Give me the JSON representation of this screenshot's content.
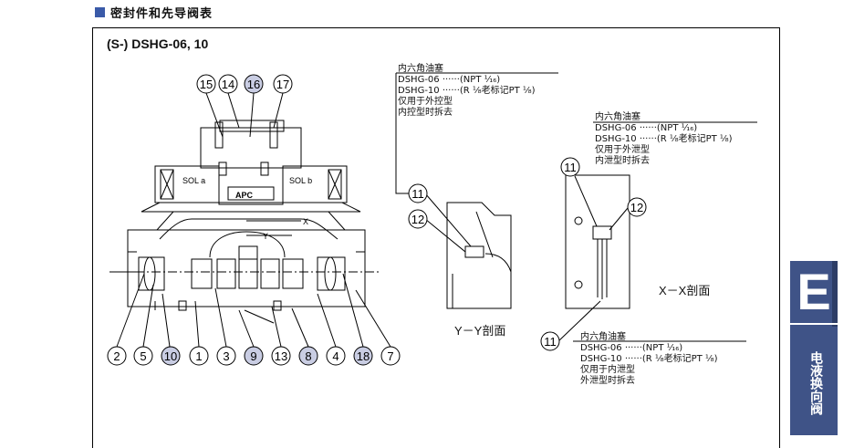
{
  "header": {
    "title": "密封件和先导阀表"
  },
  "model": {
    "title": "(S-) DSHG-06, 10"
  },
  "tab": {
    "letter": "E",
    "label": "电液换向阀"
  },
  "colors": {
    "accent": "#3f5387",
    "highlight": "#c9cde3"
  },
  "main_view": {
    "top_balloons": [
      {
        "label": "15",
        "highlight": false
      },
      {
        "label": "14",
        "highlight": false
      },
      {
        "label": "16",
        "highlight": true
      },
      {
        "label": "17",
        "highlight": false
      }
    ],
    "bottom_balloons": [
      {
        "label": "2",
        "highlight": false
      },
      {
        "label": "5",
        "highlight": false
      },
      {
        "label": "10",
        "highlight": true
      },
      {
        "label": "1",
        "highlight": false
      },
      {
        "label": "3",
        "highlight": false
      },
      {
        "label": "9",
        "highlight": true
      },
      {
        "label": "13",
        "highlight": false
      },
      {
        "label": "8",
        "highlight": true
      },
      {
        "label": "4",
        "highlight": false
      },
      {
        "label": "18",
        "highlight": true
      },
      {
        "label": "7",
        "highlight": false
      }
    ],
    "sol_a": "SOL a",
    "sol_b": "SOL b",
    "brand": "APC",
    "label_x": "X",
    "label_y": "Y"
  },
  "yy_view": {
    "balloons": [
      "11",
      "12"
    ],
    "label": "Y－Y剖面"
  },
  "xx_view": {
    "balloons": [
      "11",
      "12",
      "11"
    ],
    "label": "X－X剖面"
  },
  "notes": {
    "plug_top_left": {
      "title": "内六角油塞",
      "line1": "DSHG-06 ······(NPT ¹⁄₁₆)",
      "line2": "DSHG-10 ······(R ¹⁄₈老标记PT ¹⁄₈)",
      "line3": "仅用于外控型",
      "line4": "内控型时拆去"
    },
    "plug_top_right": {
      "title": "内六角油塞",
      "line1": "DSHG-06 ······(NPT ¹⁄₁₆)",
      "line2": "DSHG-10 ······(R ¹⁄₈老标记PT ¹⁄₈)",
      "line3": "仅用于外泄型",
      "line4": "内泄型时拆去"
    },
    "plug_bottom": {
      "title": "内六角油塞",
      "line1": "DSHG-06 ······(NPT ¹⁄₁₆)",
      "line2": "DSHG-10 ······(R ¹⁄₈老标记PT ¹⁄₈)",
      "line3": "仅用于内泄型",
      "line4": "外泄型时拆去"
    }
  }
}
